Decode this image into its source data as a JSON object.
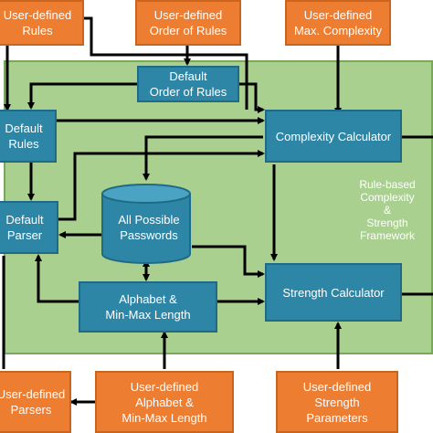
{
  "nodes": {
    "user_rules": "User-defined\nRules",
    "user_order": "User-defined\nOrder of Rules",
    "user_max_complexity": "User-defined\nMax. Complexity",
    "default_order": "Default\nOrder of Rules",
    "default_rules": "Default\nRules",
    "complexity_calculator": "Complexity Calculator",
    "default_parser": "Default\nParser",
    "all_passwords": "All Possible\nPasswords",
    "framework": "Rule-based\nComplexity\n&\nStrength\nFramework",
    "alphabet": "Alphabet &\nMin-Max Length",
    "strength_calculator": "Strength Calculator",
    "user_parsers": "User-defined\nParsers",
    "user_alphabet": "User-defined\nAlphabet &\nMin-Max Length",
    "user_strength_params": "User-defined\nStrength\nParameters"
  },
  "colors": {
    "orange": "#ed7d31",
    "teal": "#2e86a7",
    "green": "#a9d08e",
    "arrow": "#000000"
  }
}
